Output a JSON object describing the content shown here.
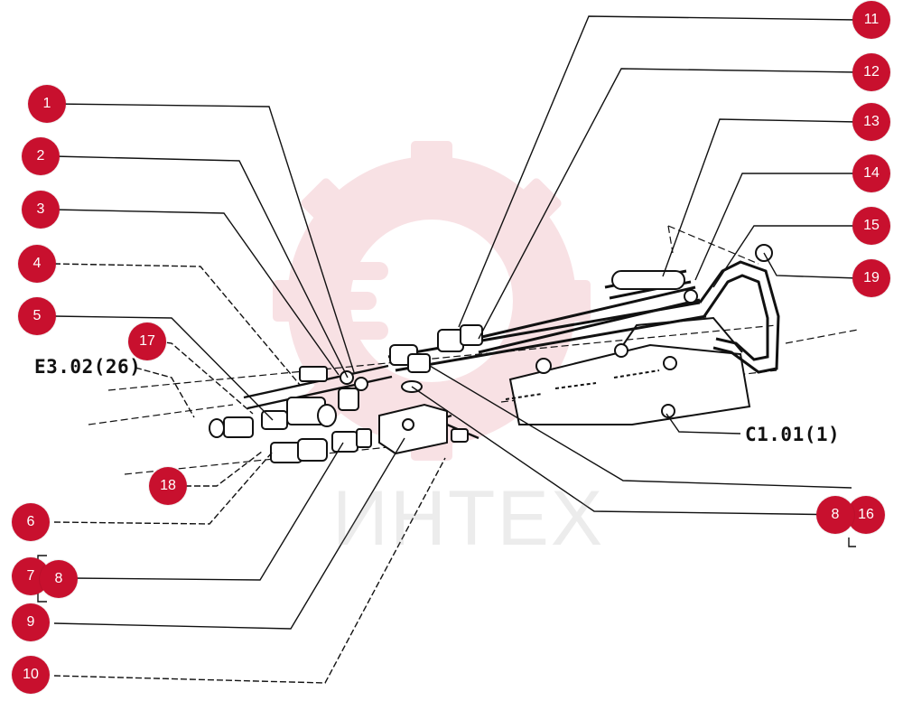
{
  "callouts": [
    {
      "number": "1"
    },
    {
      "number": "2"
    },
    {
      "number": "3"
    },
    {
      "number": "4"
    },
    {
      "number": "5"
    },
    {
      "number": "6"
    },
    {
      "number": "7"
    },
    {
      "number": "8"
    },
    {
      "number": "9"
    },
    {
      "number": "10"
    },
    {
      "number": "11"
    },
    {
      "number": "12"
    },
    {
      "number": "13"
    },
    {
      "number": "14"
    },
    {
      "number": "15"
    },
    {
      "number": "16"
    },
    {
      "number": "17"
    },
    {
      "number": "18"
    },
    {
      "number": "19"
    },
    {
      "number": "8"
    }
  ],
  "references": [
    {
      "text": "E3.02(26)"
    },
    {
      "text": "C1.01(1)"
    }
  ],
  "watermark": {
    "text": "ИНТЕХ"
  },
  "colors": {
    "badge": "#c8102e",
    "line": "#111111",
    "watermark": "#c8102e"
  }
}
